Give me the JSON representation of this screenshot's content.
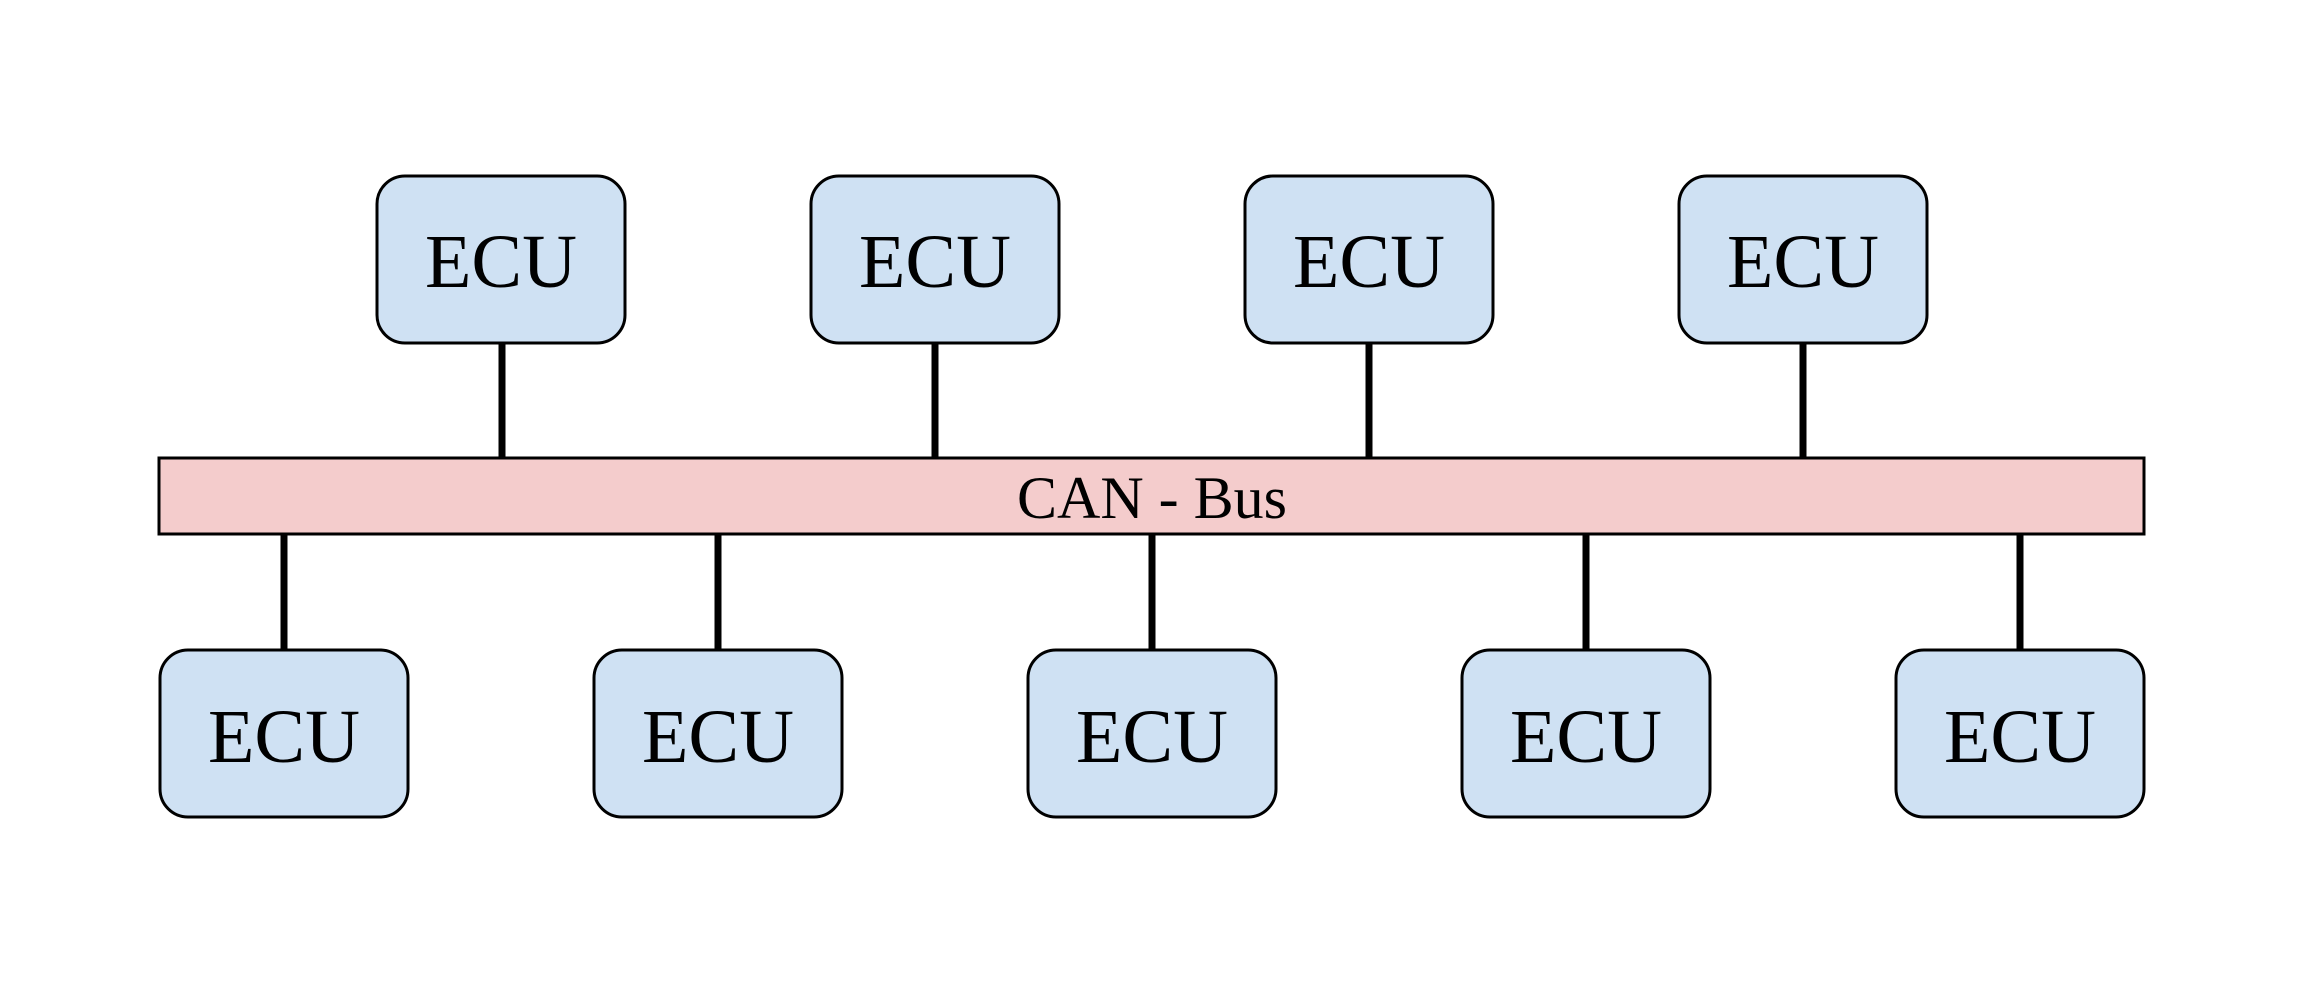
{
  "bus": {
    "label": "CAN - Bus",
    "fill_color": "#f4cccc"
  },
  "ecu_fill_color": "#cfe1f3",
  "top_nodes": [
    {
      "label": "ECU"
    },
    {
      "label": "ECU"
    },
    {
      "label": "ECU"
    },
    {
      "label": "ECU"
    }
  ],
  "bottom_nodes": [
    {
      "label": "ECU"
    },
    {
      "label": "ECU"
    },
    {
      "label": "ECU"
    },
    {
      "label": "ECU"
    },
    {
      "label": "ECU"
    }
  ]
}
